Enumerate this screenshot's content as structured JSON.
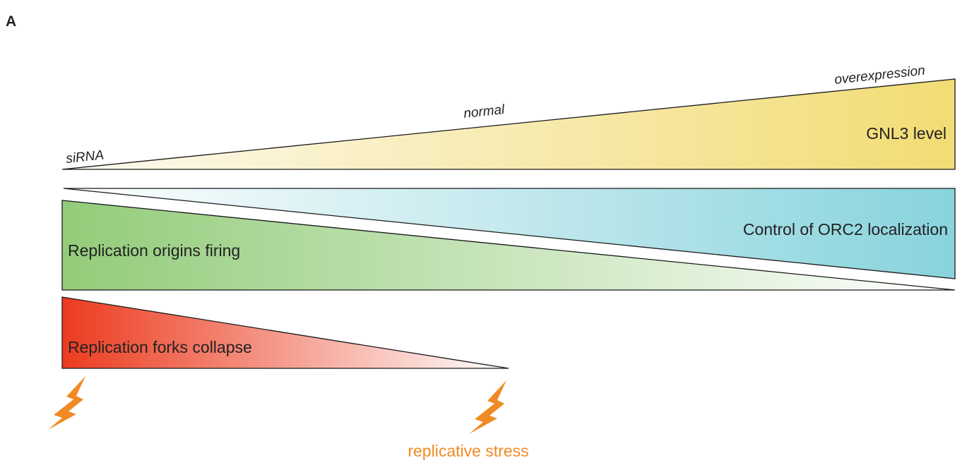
{
  "panel_label": "A",
  "gnl3": {
    "label": "GNL3 level",
    "level_labels": {
      "low": "siRNA",
      "mid": "normal",
      "high": "overexpression"
    },
    "color_start": "#fdfaf0",
    "color_end": "#f2dc74"
  },
  "orc2": {
    "label": "Control of ORC2 localization",
    "color_start": "#ffffff",
    "color_end": "#88d3dc"
  },
  "origins": {
    "label": "Replication origins firing",
    "color_start": "#93cc7a",
    "color_end": "#ffffff"
  },
  "forks": {
    "label": "Replication forks collapse",
    "color_start": "#ec3b1f",
    "color_end": "#ffffff"
  },
  "stress": {
    "label": "replicative stress",
    "color": "#f08a24"
  }
}
